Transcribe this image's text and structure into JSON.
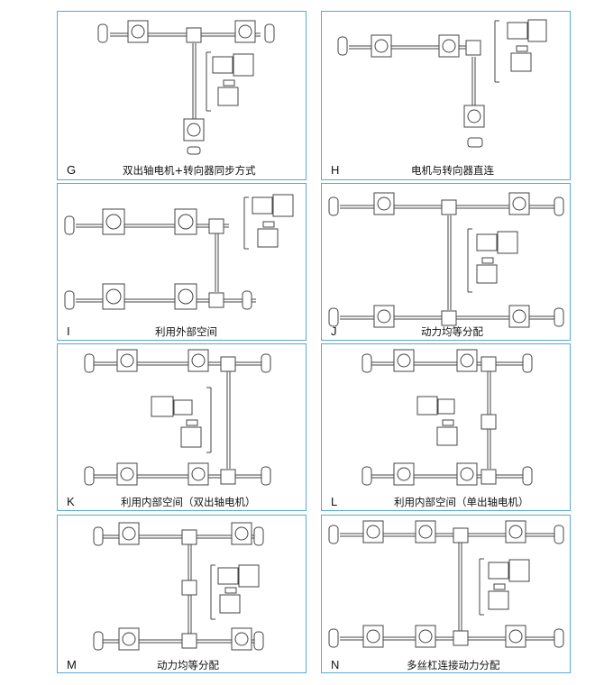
{
  "panels": [
    {
      "letter": "G",
      "title": "双出轴电机+转向器同步方式"
    },
    {
      "letter": "H",
      "title": "电机与转向器直连"
    },
    {
      "letter": "I",
      "title": "利用外部空间"
    },
    {
      "letter": "J",
      "title": "动力均等分配"
    },
    {
      "letter": "K",
      "title": "利用内部空间（双出轴电机）"
    },
    {
      "letter": "L",
      "title": "利用内部空间（单出轴电机）"
    },
    {
      "letter": "M",
      "title": "动力均等分配"
    },
    {
      "letter": "N",
      "title": "多丝杠连接动力分配"
    }
  ]
}
